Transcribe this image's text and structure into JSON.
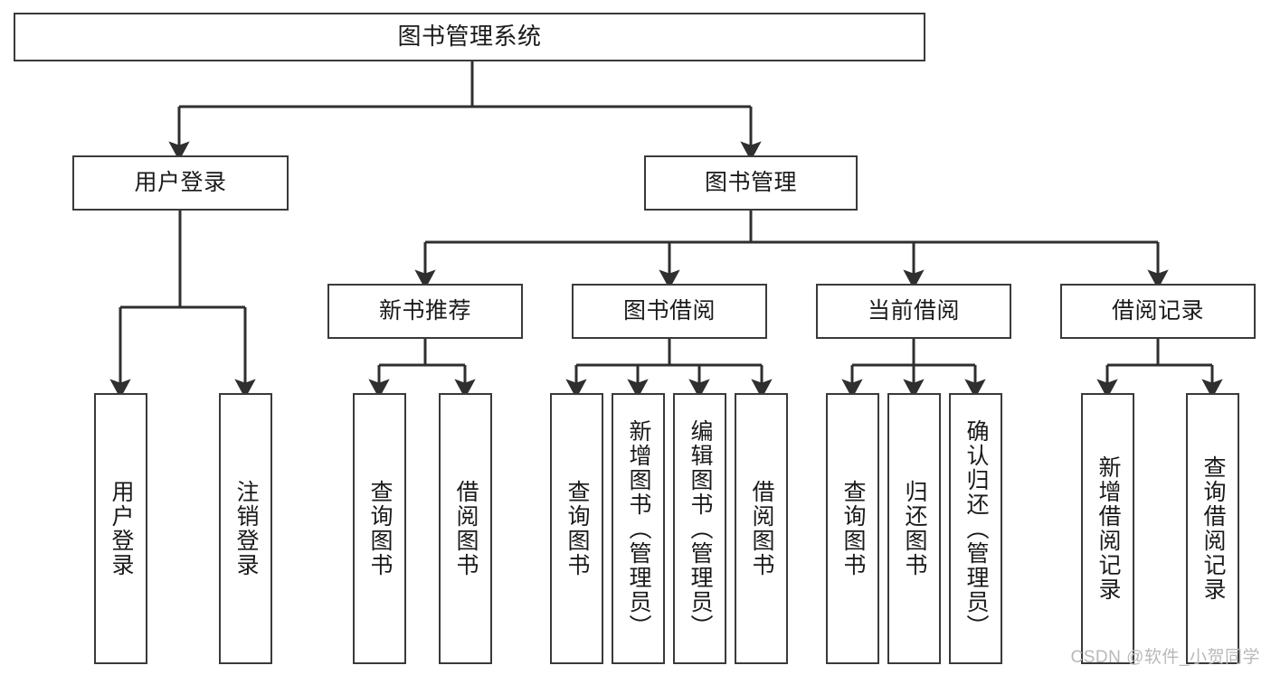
{
  "diagram": {
    "type": "tree-hierarchy",
    "title": "图书管理系统",
    "watermark": "CSDN @软件_小贺同学",
    "colors": {
      "background": "#ffffff",
      "box_border": "#3a3a3a",
      "box_fill": "#ffffff",
      "edge": "#2f2f2f",
      "text": "#1a1a1a",
      "watermark": "#b9b9b9"
    },
    "nodes": {
      "root": {
        "label": "图书管理系统"
      },
      "level1": [
        {
          "id": "user-login",
          "label": "用户登录"
        },
        {
          "id": "book-management",
          "label": "图书管理"
        }
      ],
      "level2": [
        {
          "id": "new-book-recommend",
          "label": "新书推荐"
        },
        {
          "id": "book-borrow",
          "label": "图书借阅"
        },
        {
          "id": "current-borrow",
          "label": "当前借阅"
        },
        {
          "id": "borrow-record",
          "label": "借阅记录"
        }
      ],
      "leaves": {
        "user-login": [
          {
            "id": "leaf-user-login",
            "label": "用户登录"
          },
          {
            "id": "leaf-logout",
            "label": "注销登录"
          }
        ],
        "new-book-recommend": [
          {
            "id": "leaf-query-book-1",
            "label": "查询图书"
          },
          {
            "id": "leaf-borrow-book-1",
            "label": "借阅图书"
          }
        ],
        "book-borrow": [
          {
            "id": "leaf-query-book-2",
            "label": "查询图书"
          },
          {
            "id": "leaf-add-book",
            "label": "新增图书（管理员）"
          },
          {
            "id": "leaf-edit-book",
            "label": "编辑图书（管理员）"
          },
          {
            "id": "leaf-borrow-book-2",
            "label": "借阅图书"
          }
        ],
        "current-borrow": [
          {
            "id": "leaf-query-book-3",
            "label": "查询图书"
          },
          {
            "id": "leaf-return-book",
            "label": "归还图书"
          },
          {
            "id": "leaf-confirm-return",
            "label": "确认归还（管理员）"
          }
        ],
        "borrow-record": [
          {
            "id": "leaf-add-record",
            "label": "新增借阅记录"
          },
          {
            "id": "leaf-query-record",
            "label": "查询借阅记录"
          }
        ]
      }
    }
  }
}
